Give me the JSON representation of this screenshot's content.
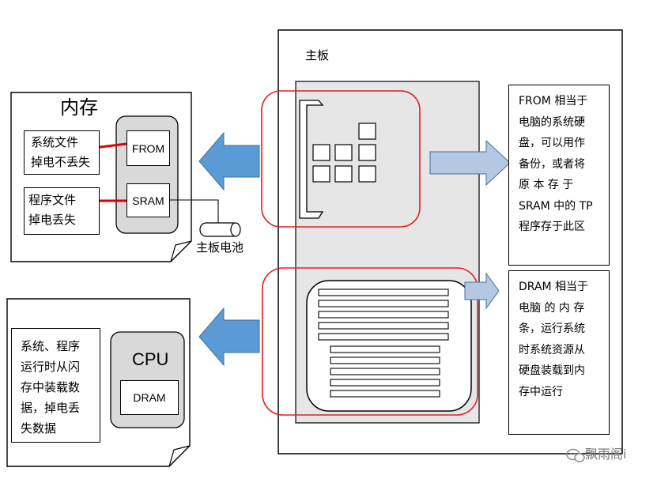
{
  "motherboard": {
    "title": "主板",
    "from_note": "FROM 相当于\n电脑的系统硬\n盘，可以用作\n备份，或者将\n原 本 存 于\nSRAM 中的 TP\n程序存于此区",
    "dram_note": "DRAM 相当于\n电脑 的 内 存\n条，运行系统\n时系统资源从\n硬盘装载到内\n存中运行"
  },
  "memory": {
    "title": "内存",
    "from_chip": "FROM",
    "sram_chip": "SRAM",
    "from_desc": "系统文件\n掉电不丢失",
    "sram_desc": "程序文件\n掉电丢失",
    "battery_label": "主板电池"
  },
  "cpu": {
    "title": "CPU",
    "dram_chip": "DRAM",
    "desc": "系统、程序\n运行时从闪\n存中装载数\n据，掉电丢\n失数据"
  },
  "watermark": {
    "text": "飘雨阁i"
  }
}
